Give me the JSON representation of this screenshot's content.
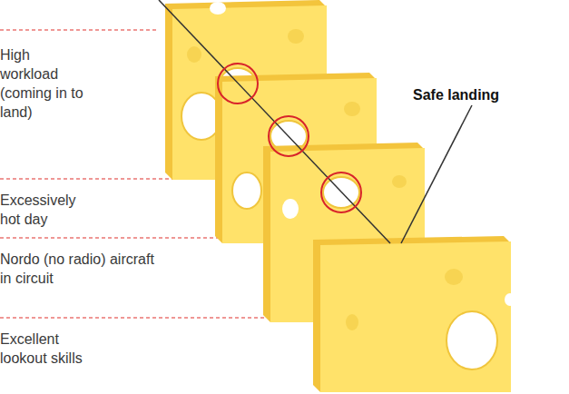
{
  "diagram": {
    "labels": [
      "High workload (coming in to land)",
      "Excessively hot day",
      "Nordo (no radio) aircraft in circuit",
      "Excellent lookout skills",
      "Safe landing"
    ]
  }
}
